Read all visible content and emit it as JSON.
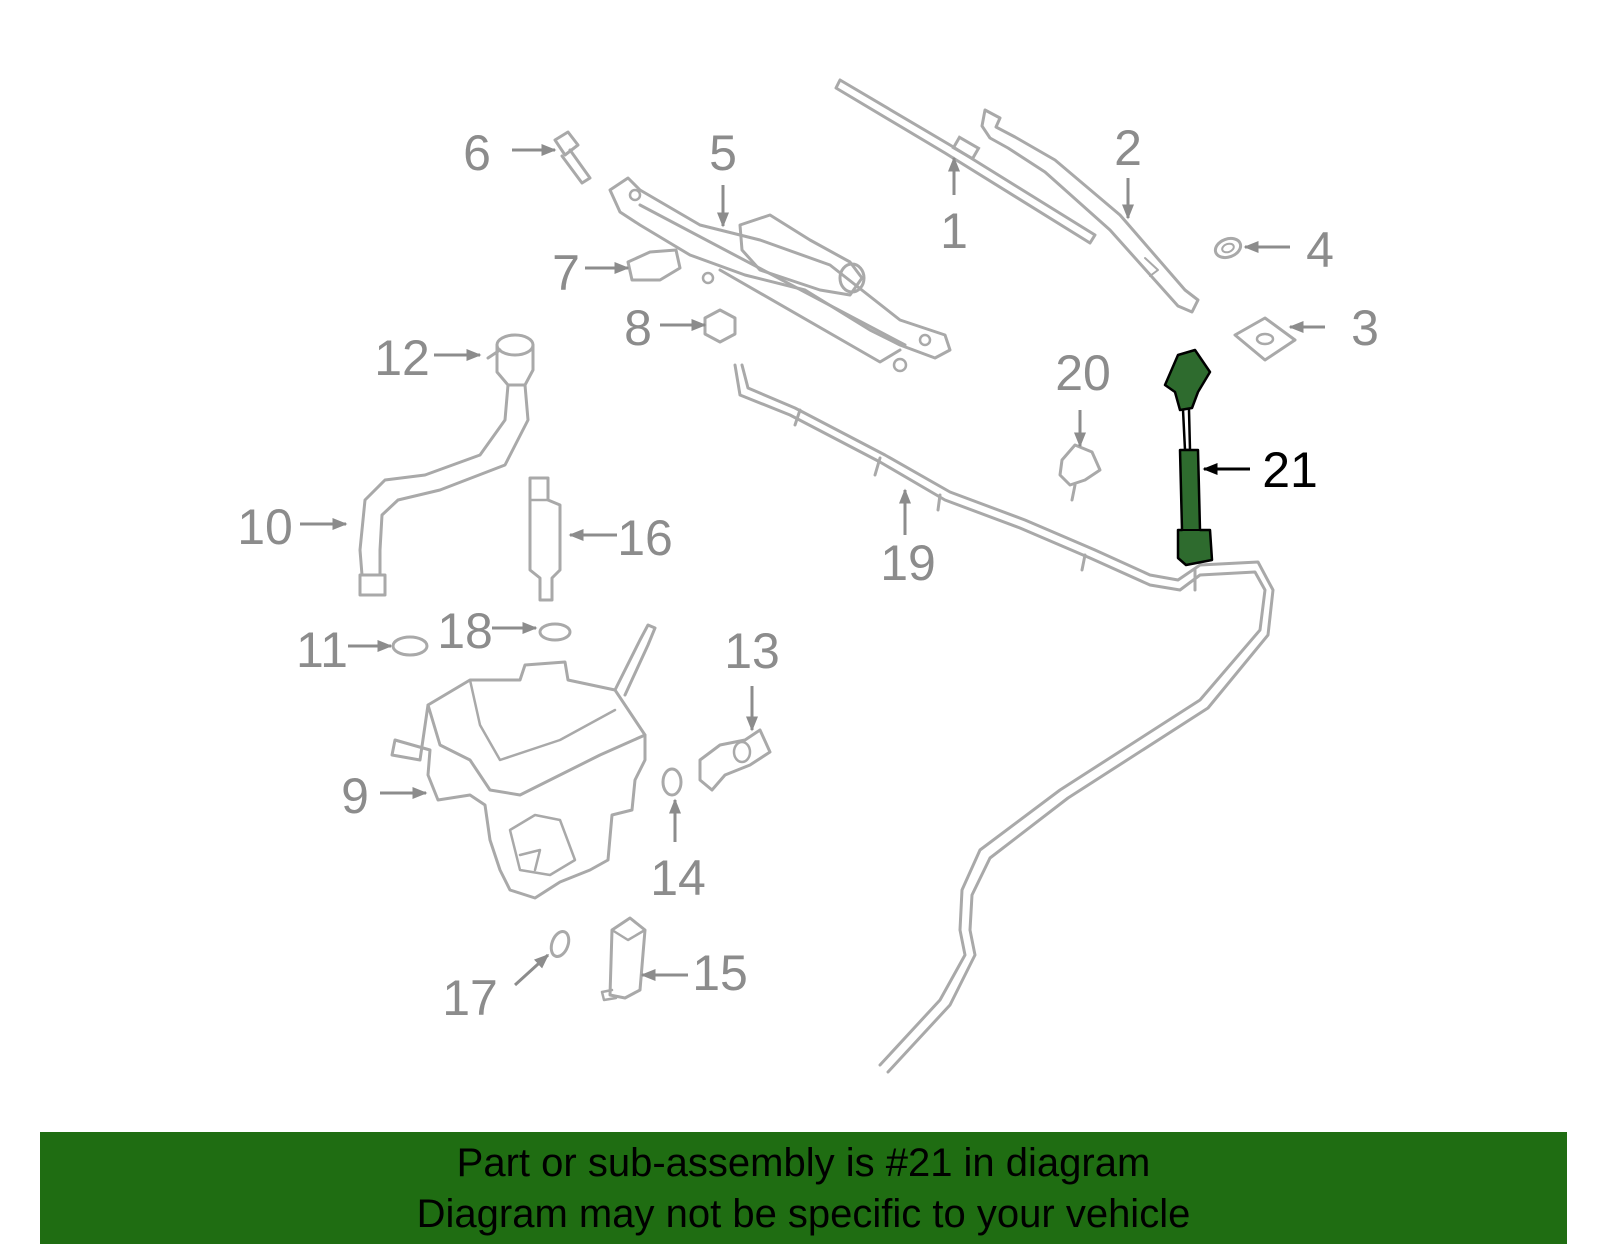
{
  "colors": {
    "part_gray": "#a9a9a9",
    "label_gray": "#8c8c8c",
    "highlight_fill": "#2e6b2e",
    "highlight_label": "#000000",
    "banner_bg": "#1f6d12",
    "banner_text": "#000000"
  },
  "callouts": {
    "c1": "1",
    "c2": "2",
    "c3": "3",
    "c4": "4",
    "c5": "5",
    "c6": "6",
    "c7": "7",
    "c8": "8",
    "c9": "9",
    "c10": "10",
    "c11": "11",
    "c12": "12",
    "c13": "13",
    "c14": "14",
    "c15": "15",
    "c16": "16",
    "c17": "17",
    "c18": "18",
    "c19": "19",
    "c20": "20",
    "c21": "21"
  },
  "highlighted_part": "21",
  "banner": {
    "line1": "Part or sub-assembly is #21 in diagram",
    "line2": "Diagram may not be specific to your vehicle"
  }
}
